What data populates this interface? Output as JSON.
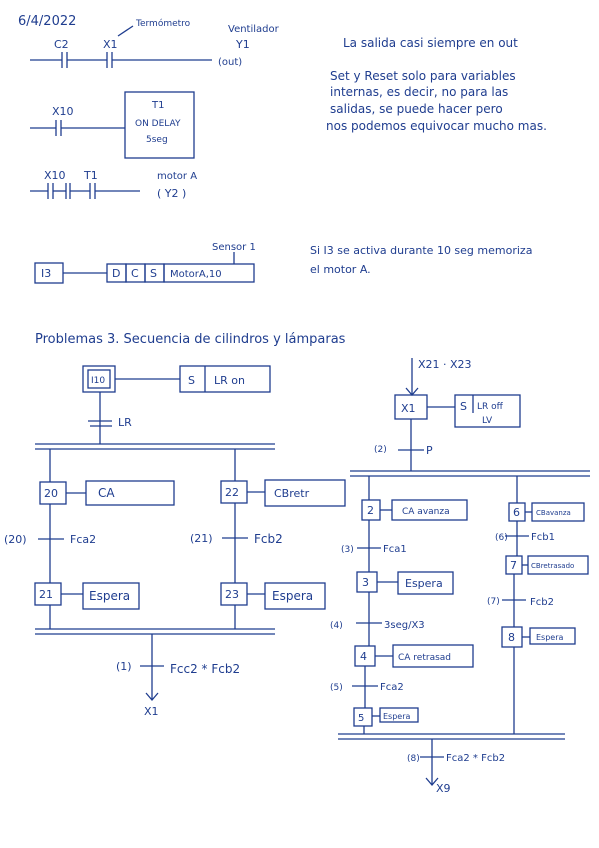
{
  "ink_color": "#1f3d8f",
  "date": "6/4/2022",
  "top": {
    "c2": "C2",
    "x1": "X1",
    "termometro": "Termómetro",
    "ventilador": "Ventilador",
    "y1": "Y1",
    "out": "(out)",
    "x10": "X10",
    "t1_title": "T1",
    "t1_type": "ON DELAY",
    "t1_time": "5seg",
    "x10b": "X10",
    "t1b": "T1",
    "motor_a": "motor A",
    "y2": "( Y2 )"
  },
  "notes": {
    "line1": "La salida casi siempre en out",
    "line2": "Set y Reset solo para variables",
    "line3": "internas, es decir, no para las",
    "line4": "salidas, se puede hacer pero",
    "line5": "nos podemos equivocar mucho mas."
  },
  "counter": {
    "sensor": "Sensor 1",
    "contact": "I3",
    "d": "D",
    "c": "C",
    "s": "S",
    "output": "MotorA,10",
    "note1": "Si I3 se activa durante 10 seg memoriza",
    "note2": "el motor A."
  },
  "problem_title": "Problemas 3. Secuencia de cilindros y lámparas",
  "left_grafcet": {
    "init_step": "I10",
    "init_s": "S",
    "init_action": "LR on",
    "lr": "LR",
    "step20": "20",
    "action20": "CA",
    "step22": "22",
    "action22": "CBretr",
    "t20": "(20)",
    "cond20": "Fca2",
    "t21": "(21)",
    "cond21": "Fcb2",
    "step21": "21",
    "action21": "Espera",
    "step23": "23",
    "action23": "Espera",
    "t1": "(1)",
    "cond1": "Fcc2 * Fcb2",
    "dest": "X1"
  },
  "right_grafcet": {
    "entry": "X21 · X23",
    "step1": "X1",
    "s1": "S",
    "action1a": "LR off",
    "action1b": "LV",
    "t2": "(2)",
    "cond2": "P",
    "step2": "2",
    "action2": "CA avanza",
    "step6": "6",
    "action6": "CBavanza",
    "t3": "(3)",
    "cond3": "Fca1",
    "t6": "(6)",
    "cond6": "Fcb1",
    "step3": "3",
    "action3": "Espera",
    "step7": "7",
    "action7": "CBretrasado",
    "t4": "(4)",
    "cond4": "3seg/X3",
    "t7": "(7)",
    "cond7": "Fcb2",
    "step8": "8",
    "action8": "Espera",
    "step4": "4",
    "action4": "CA retrasad",
    "t5": "(5)",
    "cond5": "Fca2",
    "step5": "5",
    "action5": "Espera",
    "t8": "(8)",
    "cond8": "Fca2 * Fcb2",
    "dest": "X9"
  }
}
